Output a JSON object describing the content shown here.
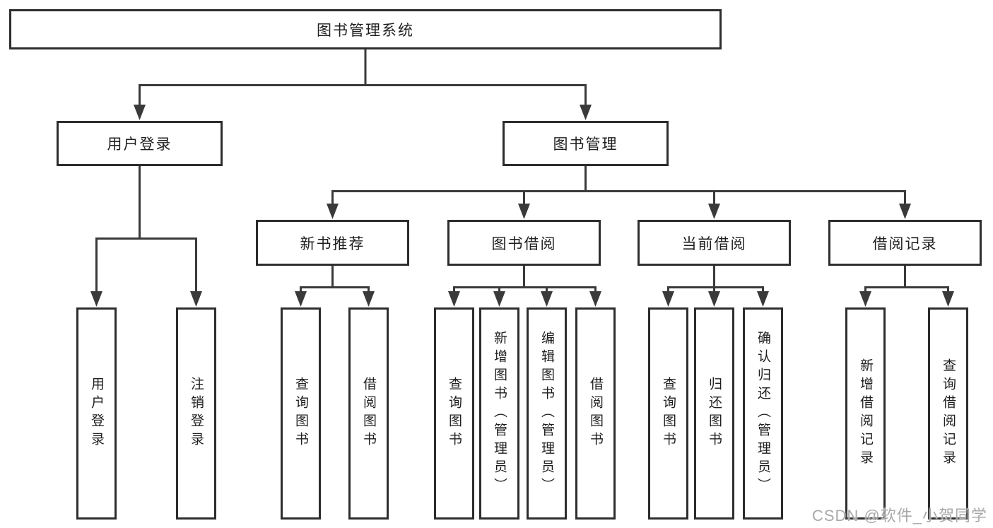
{
  "watermark": "CSDN @软件_小贺同学",
  "colors": {
    "line": "#3a3a3a",
    "box-border": "#2d2d2d",
    "text": "#1f1f1f",
    "background": "#ffffff",
    "watermark": "#a9a9a9"
  },
  "tree": {
    "label": "图书管理系统",
    "children": [
      {
        "label": "用户登录",
        "children": [
          {
            "label": "用户登录"
          },
          {
            "label": "注销登录"
          }
        ]
      },
      {
        "label": "图书管理",
        "children": [
          {
            "label": "新书推荐",
            "children": [
              {
                "label": "查询图书"
              },
              {
                "label": "借阅图书"
              }
            ]
          },
          {
            "label": "图书借阅",
            "children": [
              {
                "label": "查询图书"
              },
              {
                "label": "新增图书（管理员）"
              },
              {
                "label": "编辑图书（管理员）"
              },
              {
                "label": "借阅图书"
              }
            ]
          },
          {
            "label": "当前借阅",
            "children": [
              {
                "label": "查询图书"
              },
              {
                "label": "归还图书"
              },
              {
                "label": "确认归还（管理员）"
              }
            ]
          },
          {
            "label": "借阅记录",
            "children": [
              {
                "label": "新增借阅记录"
              },
              {
                "label": "查询借阅记录"
              }
            ]
          }
        ]
      }
    ]
  }
}
